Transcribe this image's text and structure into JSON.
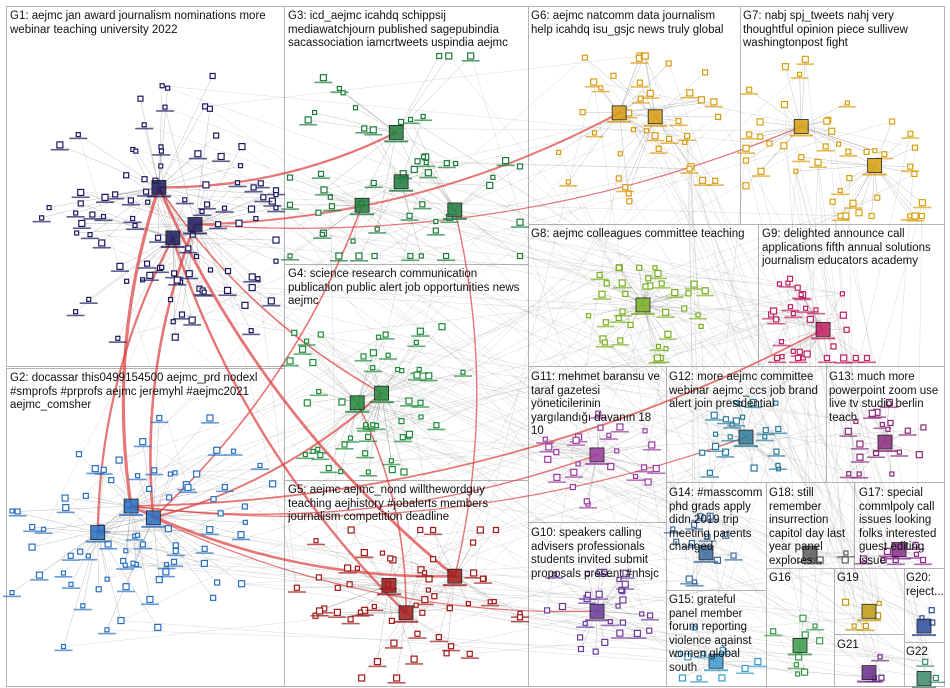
{
  "colors": {
    "background": "#ffffff",
    "panel_border": "#b4b4b4",
    "edge_gray": "#8c8c8c",
    "edge_red": "#dd3c3c",
    "groups": {
      "G1": "#1a1a5e",
      "G2": "#2a6fc0",
      "G3": "#1e7a3c",
      "G4": "#1e8a3a",
      "G5": "#a01818",
      "G6": "#d89a10",
      "G7": "#d8a010",
      "G8": "#7ab020",
      "G9": "#c02060",
      "G10": "#6a3a9a",
      "G11": "#9a3aa0",
      "G12": "#2a7a9a",
      "G13": "#8a2a7a",
      "G14": "#3a6aa0",
      "G15": "#3a9ad0",
      "G16": "#3a9a4a",
      "G17": "#8a2a8a",
      "G18": "#5a5a5a",
      "G19": "#c09a10",
      "G20": "#2a4a9a",
      "G21": "#6a2a8a",
      "G22": "#3a8a6a"
    }
  },
  "groups": [
    {
      "id": "G1",
      "label": "G1: aejmc jan award journalism nominations more\nwebinar teaching university 2022"
    },
    {
      "id": "G2",
      "label": "G2: docassar this0499154500 aejmc_prd nodexl\n#smprofs #prprofs aejmc jeremyhl #aejmc2021\naejmc_comsher"
    },
    {
      "id": "G3",
      "label": "G3: icd_aejmc icahdq schippsij\nmediawatchjourn published sagepubindia\nsacassociation iamcrtweets uspindia aejmc"
    },
    {
      "id": "G4",
      "label": "G4: science research communication\npublication public alert job opportunities news\naejmc"
    },
    {
      "id": "G5",
      "label": "G5: aejmc aejmc_nond willthewordguy\nteaching aejhistory #jobalerts members\njournalism competition deadline"
    },
    {
      "id": "G6",
      "label": "G6: aejmc natcomm data journalism\nhelp icahdq isu_gsjc news truly global"
    },
    {
      "id": "G7",
      "label": "G7: nabj spj_tweets nahj very\nthoughtful opinion piece sullivew\nwashingtonpost fight"
    },
    {
      "id": "G8",
      "label": "G8: aejmc colleagues committee teaching"
    },
    {
      "id": "G9",
      "label": "G9: delighted announce call\napplications fifth annual solutions\njournalism educators academy"
    },
    {
      "id": "G10",
      "label": "G10: speakers calling\nadvisers professionals\nstudents invited submit\nproposals present #nhsjc"
    },
    {
      "id": "G11",
      "label": "G11: mehmet baransu ve\ntaraf gazetesi\nyöneticilerinin\nyargılandığı davanın 18\n10"
    },
    {
      "id": "G12",
      "label": "G12: more aejmc committee\nwebinar aejmc_ccs job brand\nalert join presidential"
    },
    {
      "id": "G13",
      "label": "G13: much more\npowerpoint zoom use\nlive tv studio berlin\nteach"
    },
    {
      "id": "G14",
      "label": "G14: #masscomm\nphd grads apply\ndidn 2019 trip\nmeeting parents\nchanged"
    },
    {
      "id": "G15",
      "label": "G15: grateful\npanel member\nforum reporting\nviolence against\nwomen global\nsouth"
    },
    {
      "id": "G16",
      "label": "G16"
    },
    {
      "id": "G17",
      "label": "G17: special\ncommlpoly call\nissues looking\nfolks interested\nguest editing\nissue"
    },
    {
      "id": "G18",
      "label": "G18: still\nremember\ninsurrection\ncapitol day last\nyear panel\nexplores..."
    },
    {
      "id": "G19",
      "label": "G19"
    },
    {
      "id": "G20",
      "label": "G20:\nreject..."
    },
    {
      "id": "G21",
      "label": "G21"
    },
    {
      "id": "G22",
      "label": "G22"
    }
  ]
}
